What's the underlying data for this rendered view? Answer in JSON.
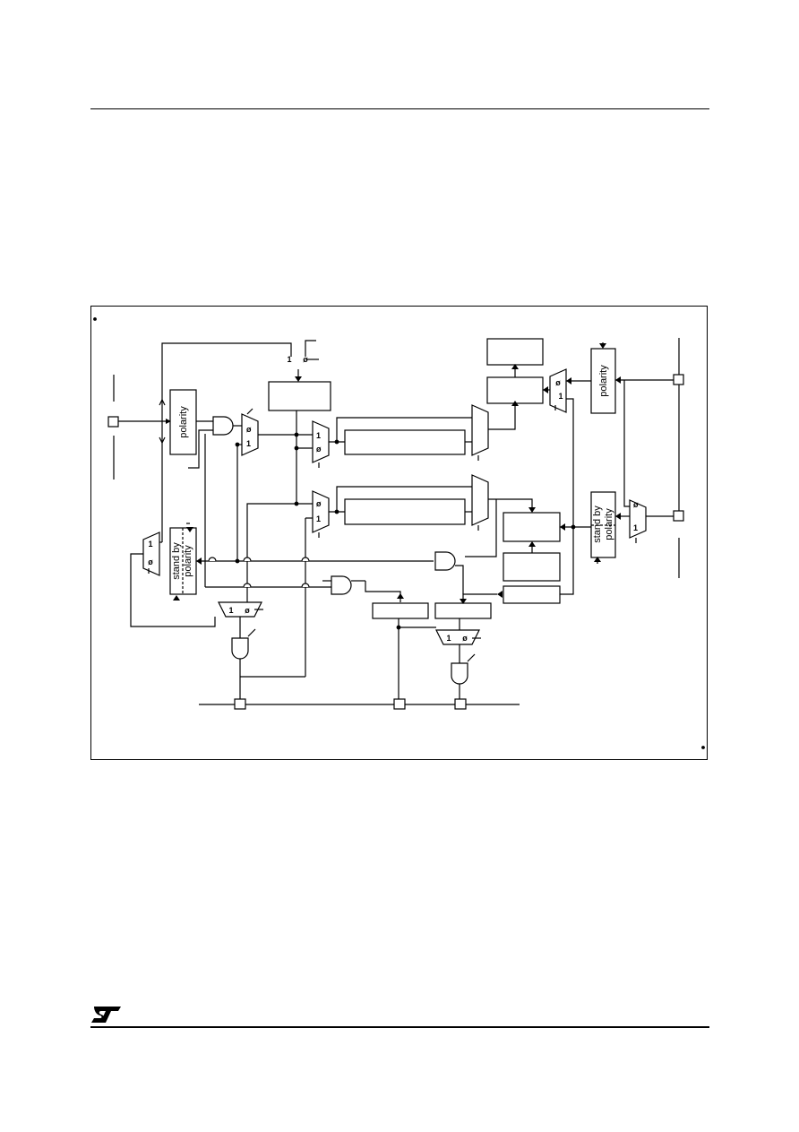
{
  "diagram": {
    "labels": {
      "polarity_left": "polarity",
      "polarity_right": "polarity",
      "standby_left_1": "stand by",
      "standby_left_2": "polarity",
      "standby_right_1": "stand by",
      "standby_right_2": "polarity"
    },
    "mux_inputs": {
      "one": "1",
      "zero": "ø"
    }
  },
  "logo": {
    "mark": "ST"
  }
}
